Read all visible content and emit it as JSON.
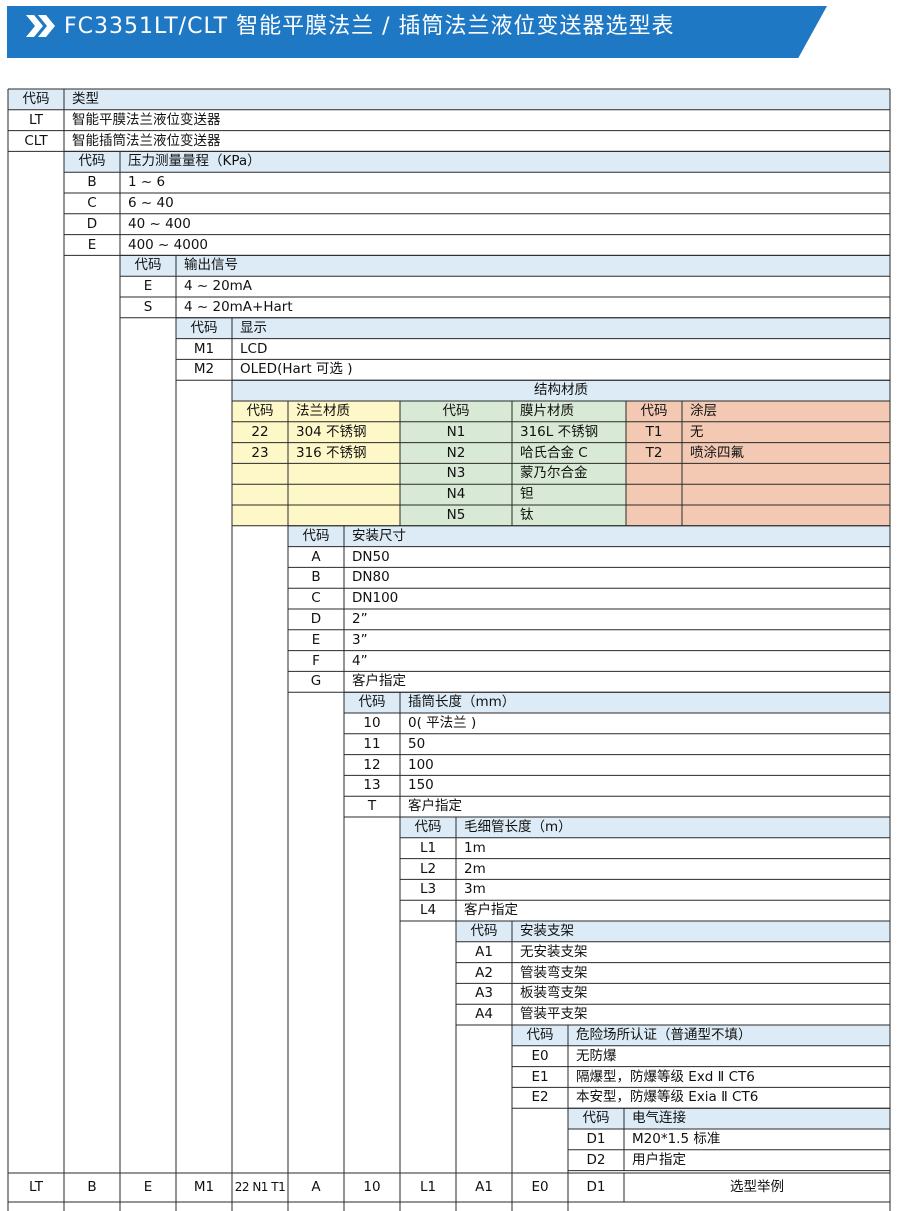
{
  "title": "FC3351LT/CLT 智能平膜法兰 / 插筒法兰液位变送器选型表",
  "header": {
    "code": "代码",
    "type": "类型"
  },
  "types": [
    {
      "code": "LT",
      "label": "智能平膜法兰液位变送器"
    },
    {
      "code": "CLT",
      "label": "智能插筒法兰液位变送器"
    }
  ],
  "range": {
    "header": "压力测量量程（KPa）",
    "options": [
      {
        "code": "B",
        "label": "1 ~ 6"
      },
      {
        "code": "C",
        "label": "6 ~ 40"
      },
      {
        "code": "D",
        "label": "40 ~ 400"
      },
      {
        "code": "E",
        "label": "400 ~ 4000"
      }
    ]
  },
  "output": {
    "header": "输出信号",
    "options": [
      {
        "code": "E",
        "label": "4 ~ 20mA"
      },
      {
        "code": "S",
        "label": "4 ~ 20mA+Hart"
      }
    ]
  },
  "display": {
    "header": "显示",
    "options": [
      {
        "code": "M1",
        "label": "LCD"
      },
      {
        "code": "M2",
        "label": "OLED(Hart 可选 )"
      }
    ]
  },
  "material": {
    "header": "结构材质",
    "flange_header": "法兰材质",
    "diaphragm_header": "膜片材质",
    "coating_header": "涂层",
    "flange": [
      {
        "code": "22",
        "label": "304 不锈钢"
      },
      {
        "code": "23",
        "label": "316 不锈钢"
      }
    ],
    "diaphragm": [
      {
        "code": "N1",
        "label": "316L 不锈钢"
      },
      {
        "code": "N2",
        "label": "哈氏合金 C"
      },
      {
        "code": "N3",
        "label": "蒙乃尔合金"
      },
      {
        "code": "N4",
        "label": "钽"
      },
      {
        "code": "N5",
        "label": "钛"
      }
    ],
    "coating": [
      {
        "code": "T1",
        "label": "无"
      },
      {
        "code": "T2",
        "label": "喷涂四氟"
      }
    ]
  },
  "mount": {
    "header": "安装尺寸",
    "options": [
      {
        "code": "A",
        "label": "DN50"
      },
      {
        "code": "B",
        "label": "DN80"
      },
      {
        "code": "C",
        "label": "DN100"
      },
      {
        "code": "D",
        "label": "2”"
      },
      {
        "code": "E",
        "label": "3”"
      },
      {
        "code": "F",
        "label": "4”"
      },
      {
        "code": "G",
        "label": "客户指定"
      }
    ]
  },
  "insert": {
    "header": "插筒长度（mm）",
    "options": [
      {
        "code": "10",
        "label": "0( 平法兰 )"
      },
      {
        "code": "11",
        "label": "50"
      },
      {
        "code": "12",
        "label": "100"
      },
      {
        "code": "13",
        "label": "150"
      },
      {
        "code": "T",
        "label": "客户指定"
      }
    ]
  },
  "capillary": {
    "header": "毛细管长度（m）",
    "options": [
      {
        "code": "L1",
        "label": "1m"
      },
      {
        "code": "L2",
        "label": "2m"
      },
      {
        "code": "L3",
        "label": "3m"
      },
      {
        "code": "L4",
        "label": "客户指定"
      }
    ]
  },
  "bracket": {
    "header": "安装支架",
    "options": [
      {
        "code": "A1",
        "label": "无安装支架"
      },
      {
        "code": "A2",
        "label": "管装弯支架"
      },
      {
        "code": "A3",
        "label": "板装弯支架"
      },
      {
        "code": "A4",
        "label": "管装平支架"
      }
    ]
  },
  "explosion": {
    "header": "危险场所认证（普通型不填）",
    "options": [
      {
        "code": "E0",
        "label": "无防爆"
      },
      {
        "code": "E1",
        "label": "隔爆型，防爆等级 Exd Ⅱ CT6"
      },
      {
        "code": "E2",
        "label": "本安型，防爆等级 Exia Ⅱ CT6"
      }
    ]
  },
  "electrical": {
    "header": "电气连接",
    "options": [
      {
        "code": "D1",
        "label": "M20*1.5 标准"
      },
      {
        "code": "D2",
        "label": "用户指定"
      }
    ]
  },
  "example": {
    "codes": [
      "LT",
      "B",
      "E",
      "M1",
      "22 N1 T1",
      "A",
      "10",
      "L1",
      "A1",
      "E0",
      "D1"
    ],
    "label": "选型举例"
  }
}
